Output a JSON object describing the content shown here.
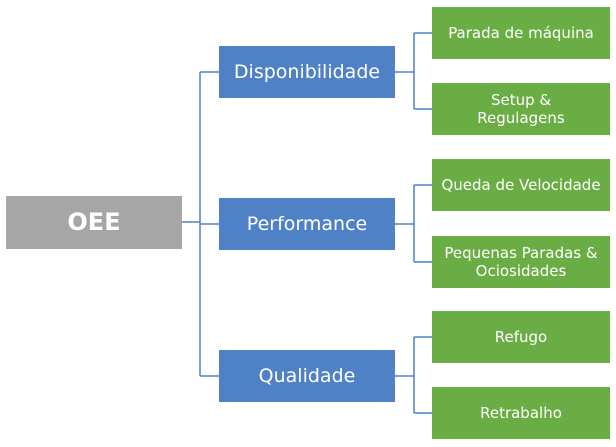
{
  "diagram": {
    "root": {
      "label": "OEE"
    },
    "categories": [
      {
        "label": "Disponibilidade",
        "children": [
          {
            "label": "Parada de máquina"
          },
          {
            "label": "Setup &\nRegulagens"
          }
        ]
      },
      {
        "label": "Performance",
        "children": [
          {
            "label": "Queda de Velocidade"
          },
          {
            "label": "Pequenas Paradas &\nOciosidades"
          }
        ]
      },
      {
        "label": "Qualidade",
        "children": [
          {
            "label": "Refugo"
          },
          {
            "label": "Retrabalho"
          }
        ]
      }
    ]
  },
  "colors": {
    "root": "#a6a6a6",
    "category": "#4f81c7",
    "leaf": "#6bad45",
    "connector": "#4f81c7",
    "text": "#ffffff"
  }
}
